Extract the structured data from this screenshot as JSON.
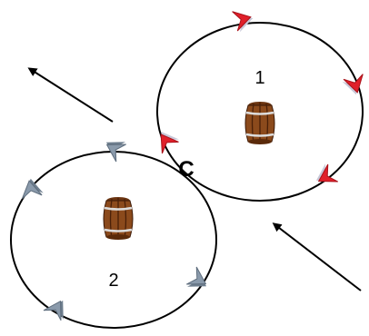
{
  "labels": {
    "circle_1": "1",
    "circle_2": "2",
    "contact_point": "C"
  },
  "colors": {
    "circle_stroke": "#000000",
    "circle_1_chevron": "#e0202a",
    "circle_1_chevron_shade": "#a8121a",
    "circle_1_chevron_edge": "#c8c8d8",
    "circle_2_chevron": "#8a9aab",
    "circle_2_chevron_shade": "#5e6d7d",
    "arrow": "#000000",
    "barrel_wood": "#8b4a1c",
    "barrel_dark": "#4a2008",
    "barrel_hoop": "#d8d8d8"
  },
  "icons": {
    "barrel": "barrel-icon",
    "chevron": "chevron-icon",
    "arrow": "arrow-icon"
  }
}
